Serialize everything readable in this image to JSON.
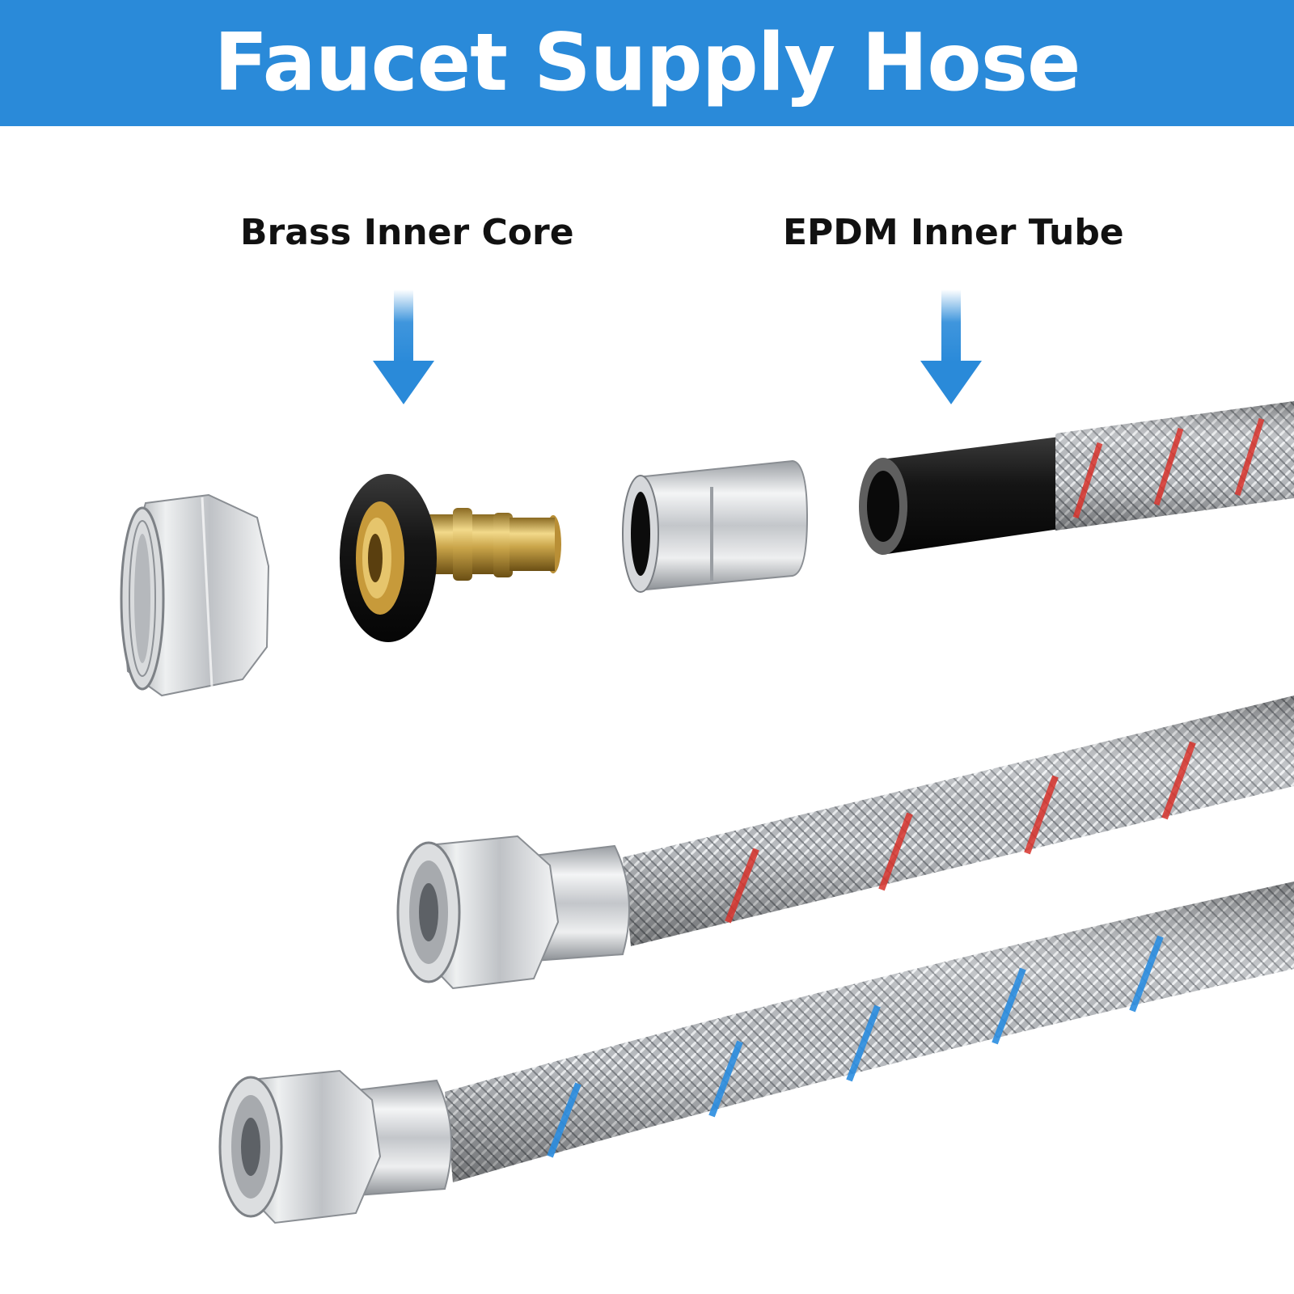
{
  "header": {
    "title": "Faucet Supply Hose",
    "background_color": "#2a8ad9"
  },
  "callouts": [
    {
      "label": "Brass Inner Core",
      "arrow_icon": "arrow-down-icon"
    },
    {
      "label": "EPDM Inner Tube",
      "arrow_icon": "arrow-down-icon"
    }
  ],
  "components": [
    {
      "name": "hex-nut",
      "icon": "hex-nut-icon"
    },
    {
      "name": "brass-inner-core",
      "icon": "brass-core-icon"
    },
    {
      "name": "steel-sleeve",
      "icon": "sleeve-icon"
    },
    {
      "name": "epdm-inner-tube",
      "icon": "tube-icon"
    }
  ],
  "hoses": [
    {
      "name": "hot-water-hose",
      "stripe_color": "#d8332c"
    },
    {
      "name": "cold-water-hose",
      "stripe_color": "#2b8de0"
    }
  ],
  "colors": {
    "accent": "#2a8ad9",
    "hot": "#d8332c",
    "cold": "#2b8de0",
    "brass": "#c9a449"
  }
}
